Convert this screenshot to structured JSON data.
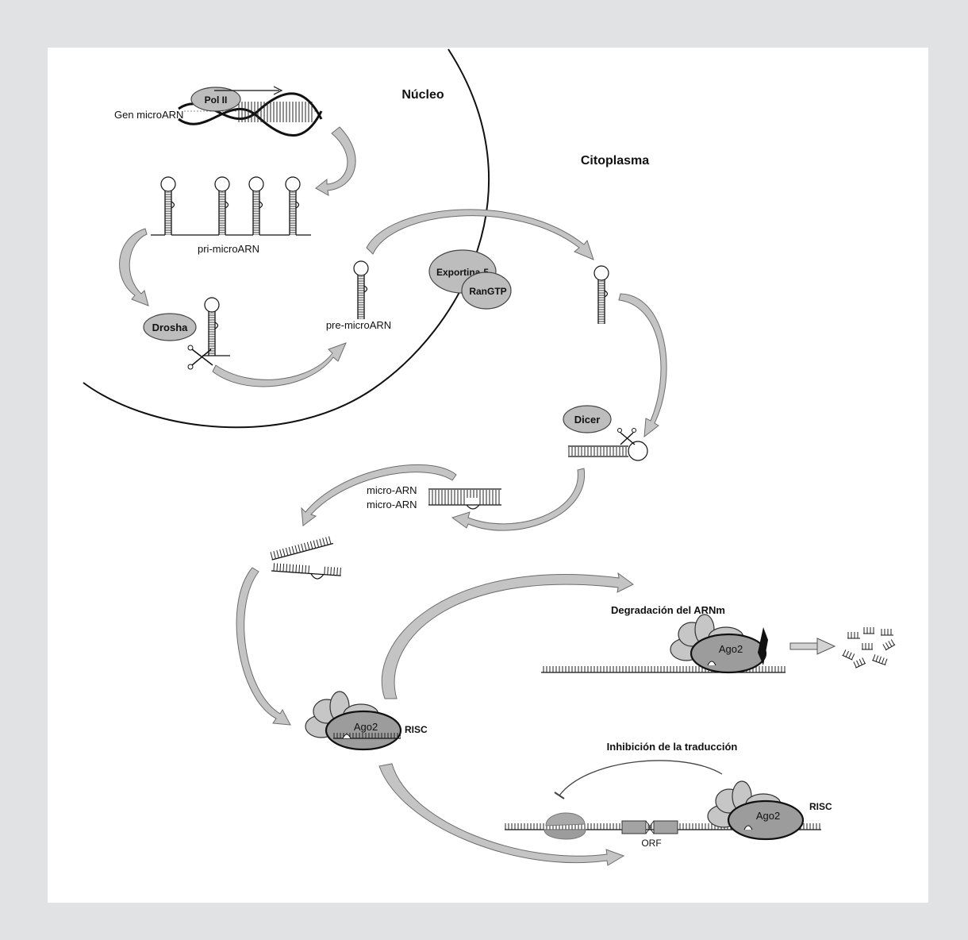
{
  "labels": {
    "nucleus": "Núcleo",
    "cytoplasm": "Citoplasma",
    "gene": "Gen microARN",
    "pol2": "Pol II",
    "pri": "pri-microARN",
    "drosha": "Drosha",
    "pre": "pre-microARN",
    "exportin": "Exportina-5",
    "rangtp": "RanGTP",
    "dicer": "Dicer",
    "mirna1": "micro-ARN",
    "mirna2": "micro-ARN",
    "ago2_risc": "Ago2",
    "risc1": "RISC",
    "degradation": "Degradación del ARNm",
    "ago2_deg": "Ago2",
    "inhibition": "Inhibición de la traducción",
    "ago2_inh": "Ago2",
    "risc2": "RISC",
    "orf": "ORF"
  },
  "colors": {
    "background": "#e1e2e3",
    "panel": "#ffffff",
    "protein_fill": "#bdbdbd",
    "arrow_fill": "#c4c4c4"
  }
}
